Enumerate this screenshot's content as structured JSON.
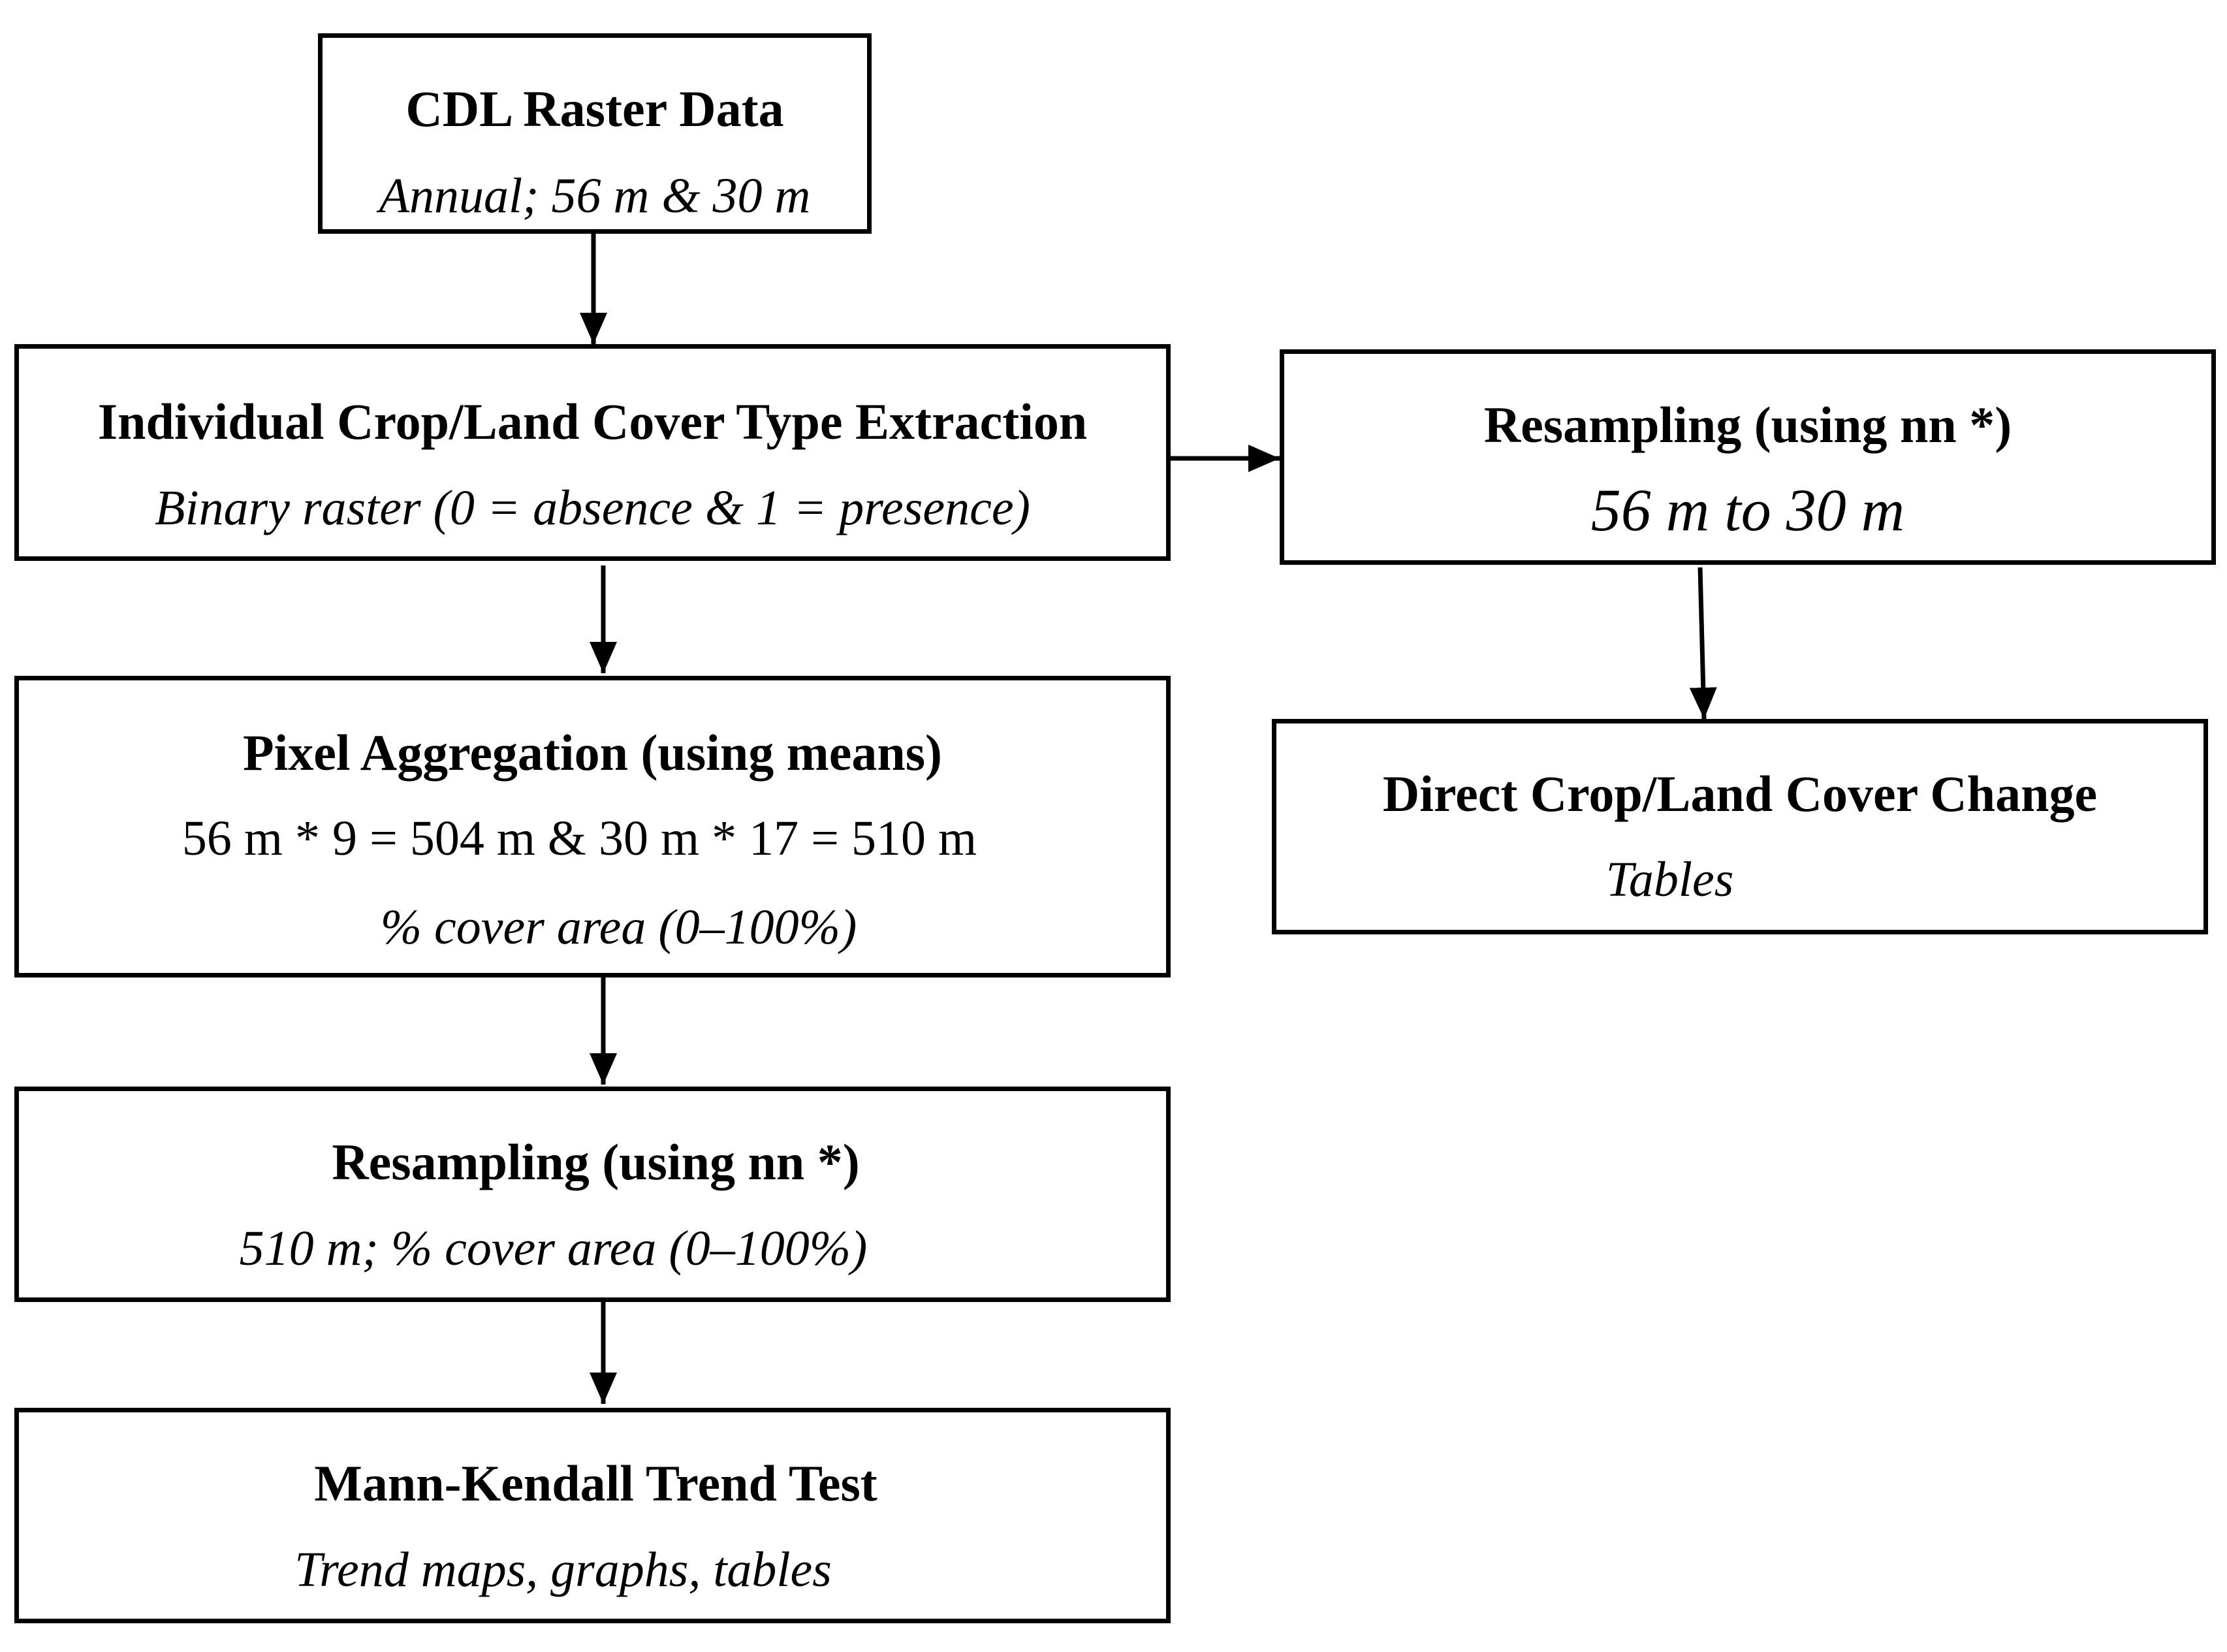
{
  "nodes": {
    "cdl": {
      "title": "CDL Raster Data",
      "subtitle": "Annual; 56 m & 30 m"
    },
    "extraction": {
      "title": "Individual Crop/Land Cover Type Extraction",
      "subtitle": "Binary raster (0 = absence & 1 = presence)"
    },
    "aggregation": {
      "title": "Pixel Aggregation (using means)",
      "line2": "56 m * 9 = 504 m & 30 m * 17 = 510 m",
      "line3": "% cover area (0–100%)"
    },
    "resample_left": {
      "title": "Resampling (using nn *)",
      "subtitle": "510 m; % cover area (0–100%)"
    },
    "mann_kendall": {
      "title": "Mann-Kendall Trend Test",
      "subtitle": "Trend maps, graphs, tables"
    },
    "resample_right": {
      "title": "Resampling (using nn *)",
      "subtitle": "56 m to 30 m"
    },
    "direct_change": {
      "title": "Direct Crop/Land Cover Change",
      "subtitle": "Tables"
    }
  },
  "edges": [
    {
      "from": "cdl",
      "to": "extraction"
    },
    {
      "from": "extraction",
      "to": "aggregation"
    },
    {
      "from": "extraction",
      "to": "resample_right"
    },
    {
      "from": "aggregation",
      "to": "resample_left"
    },
    {
      "from": "resample_left",
      "to": "mann_kendall"
    },
    {
      "from": "resample_right",
      "to": "direct_change"
    }
  ],
  "colors": {
    "stroke": "#000000",
    "background": "#ffffff"
  }
}
